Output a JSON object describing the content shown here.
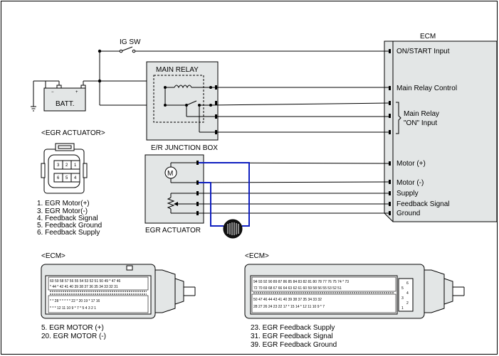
{
  "ecm_block": {
    "title": "ECM",
    "pins": {
      "on_start_input": "ON/START Input",
      "main_relay_control": "Main Relay Control",
      "main_relay_on_input_line1": "Main Relay",
      "main_relay_on_input_line2": "\"ON\" Input",
      "motor_plus": "Motor (+)",
      "motor_minus": "Motor (-)",
      "supply": "Supply",
      "feedback_signal": "Feedback Signal",
      "ground": "Ground"
    }
  },
  "power_section": {
    "ig_sw_label": "IG SW",
    "battery_label": "BATT.",
    "battery_minus": "−",
    "battery_plus": "+",
    "main_relay_label": "MAIN RELAY",
    "junction_box_label": "E/R JUNCTION BOX"
  },
  "actuator_section": {
    "heading": "<EGR ACTUATOR>",
    "connector_pins": [
      "3",
      "2",
      "1",
      "6",
      "5",
      "4"
    ],
    "pin_legend": [
      "1. EGR Motor(+)",
      "3. EGR Motor(-)",
      "4. Feedback Signal",
      "5. Feedback Ground",
      "6. Feedback Supply"
    ],
    "component_label": "EGR ACTUATOR",
    "motor_symbol": "M"
  },
  "ecm_connector_left": {
    "heading": "<ECM>",
    "row1": "60 59 58 57 56 55 54 53 52 51   50   49   *   47 46",
    "row2": "*   44   *   42 41 40 39 38 37 36 35 34 33 32 31",
    "row3": "*   *   28   *   *   *   *   *   22   *   20   19   *   17 16",
    "row4": "*   *   *   12 11 10   9   *   7   *   5   4   3   2   1",
    "notes": [
      "5. EGR MOTOR (+)",
      "20. EGR MOTOR (-)"
    ]
  },
  "ecm_connector_right": {
    "heading": "<ECM>",
    "row1": "94 93 92   90 89   87 86 85 84 83 82   81 80   78 77 76 75 74   *   73",
    "row2": "72   70 69 68 67 66   64 63 62 61 60 59 58   56   55   53 52 51",
    "row3": "50   47 46   44 43   41 40 39 38 37   35   34 33 32",
    "row4": "28 27 26   24 23 22   17   *   15 14   *   12 11 10   9   *   7",
    "side_pins": [
      "6",
      "5",
      "4",
      "3",
      "2",
      "1"
    ],
    "notes": [
      "23. EGR Feedback Supply",
      "31. EGR Feedback Signal",
      "39. EGR Feedback Ground"
    ]
  }
}
